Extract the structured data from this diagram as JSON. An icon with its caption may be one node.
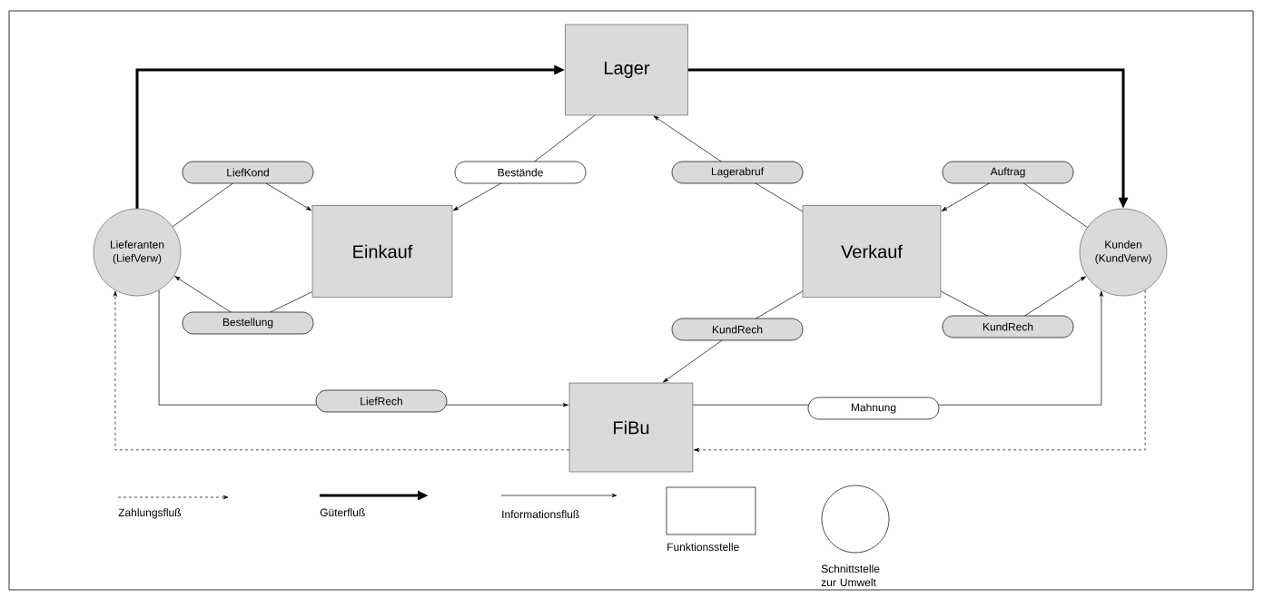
{
  "diagram": {
    "nodes": [
      {
        "text": [
          "Lager"
        ]
      },
      {
        "text": [
          "Lieferanten (LiefVerw)"
        ]
      },
      {
        "text": [
          "Einkauf"
        ]
      },
      {
        "text": [
          "Verkauf"
        ]
      },
      {
        "text": [
          "Kunden (KundVerw)"
        ]
      },
      {
        "text": [
          "FiBu"
        ]
      }
    ],
    "edges": [
      {
        "from": 1,
        "to": 0,
        "arrow": "to",
        "style": "thick"
      },
      {
        "from": 0,
        "to": 4,
        "arrow": "to",
        "style": "thick"
      },
      {
        "from": 1,
        "to": 2,
        "arrow": "to",
        "label": "LiefKond"
      },
      {
        "from": 0,
        "to": 2,
        "arrow": "to",
        "label": "Bestände"
      },
      {
        "from": 2,
        "to": 1,
        "arrow": "to",
        "label": "Bestellung"
      },
      {
        "from": 3,
        "to": 0,
        "arrow": "to",
        "label": "Lagerabruf"
      },
      {
        "from": 4,
        "to": 3,
        "arrow": "to",
        "label": "Auftrag"
      },
      {
        "from": 3,
        "to": 4,
        "arrow": "to",
        "label": "KundRech"
      },
      {
        "from": 3,
        "to": 5,
        "arrow": "to",
        "label": "KundRech"
      },
      {
        "from": 1,
        "to": 5,
        "arrow": "to",
        "label": "LiefRech"
      },
      {
        "from": 5,
        "to": 4,
        "arrow": "to",
        "label": "Mahnung"
      },
      {
        "from": 5,
        "to": 1,
        "arrow": "to",
        "style": "dashed"
      },
      {
        "from": 4,
        "to": 5,
        "arrow": "to",
        "style": "dashed"
      }
    ],
    "legend": [
      {
        "text": "Zahlungsfluß"
      },
      {
        "text": "Güterfluß"
      },
      {
        "text": "Informationsfluß"
      },
      {
        "text": "Funktionsstelle"
      },
      {
        "text": "Schnittstelle zur Umwelt"
      }
    ]
  }
}
